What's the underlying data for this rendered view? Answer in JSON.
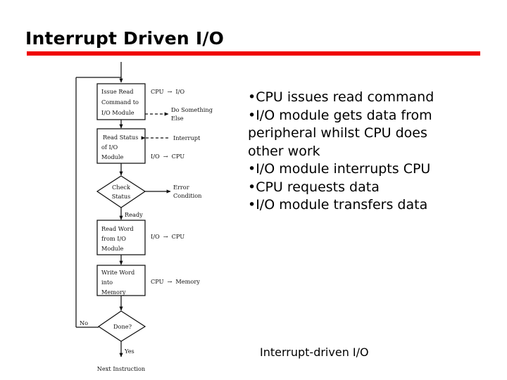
{
  "slide": {
    "title": "Interrupt Driven I/O",
    "accent_color": "#ef0000",
    "background_color": "#ffffff",
    "text_color": "#000000",
    "caption": "Interrupt-driven I/O"
  },
  "bullets": {
    "lines": [
      "•CPU issues read command",
      "•I/O module gets data from",
      "peripheral whilst CPU does",
      "other work",
      "•I/O module interrupts CPU",
      "•CPU requests data",
      "•I/O module transfers data"
    ],
    "items": [
      "CPU issues read command",
      "I/O module gets data from peripheral whilst CPU does other work",
      "I/O module interrupts CPU",
      "CPU requests data",
      "I/O module transfers data"
    ]
  },
  "flowchart": {
    "nodes": [
      {
        "id": "issue-read",
        "shape": "process",
        "lines": [
          "Issue Read",
          "Command to",
          "I/O Module"
        ]
      },
      {
        "id": "read-status",
        "shape": "process",
        "lines": [
          "Read Status",
          "of I/O",
          "Module"
        ]
      },
      {
        "id": "check-status",
        "shape": "decision",
        "lines": [
          "Check",
          "Status"
        ]
      },
      {
        "id": "read-word",
        "shape": "process",
        "lines": [
          "Read Word",
          "from I/O",
          "Module"
        ]
      },
      {
        "id": "write-word",
        "shape": "process",
        "lines": [
          "Write Word",
          "into",
          "Memory"
        ]
      },
      {
        "id": "done",
        "shape": "decision",
        "lines": [
          "Done?"
        ]
      }
    ],
    "annotations": [
      {
        "id": "cpu-to-io",
        "left": "CPU",
        "arrow": "→",
        "right": "I/O",
        "style": "solid"
      },
      {
        "id": "do-something-else",
        "lines": [
          "Do Something",
          "Else"
        ],
        "style": "dashed"
      },
      {
        "id": "interrupt",
        "lines": [
          "Interrupt"
        ],
        "style": "dashed-left"
      },
      {
        "id": "io-to-cpu-status",
        "left": "I/O",
        "arrow": "→",
        "right": "CPU",
        "style": "solid"
      },
      {
        "id": "error-condition",
        "lines": [
          "Error",
          "Condition"
        ],
        "style": "solid"
      },
      {
        "id": "io-to-cpu-word",
        "left": "I/O",
        "arrow": "→",
        "right": "CPU",
        "style": "solid"
      },
      {
        "id": "cpu-to-memory",
        "left": "CPU",
        "arrow": "→",
        "right": "Memory",
        "style": "solid"
      }
    ],
    "edge_labels": [
      {
        "id": "ready-label",
        "text": "Ready"
      },
      {
        "id": "no-label",
        "text": "No"
      },
      {
        "id": "yes-label",
        "text": "Yes"
      }
    ],
    "terminal": {
      "id": "next-instruction",
      "text": "Next Instruction"
    }
  }
}
